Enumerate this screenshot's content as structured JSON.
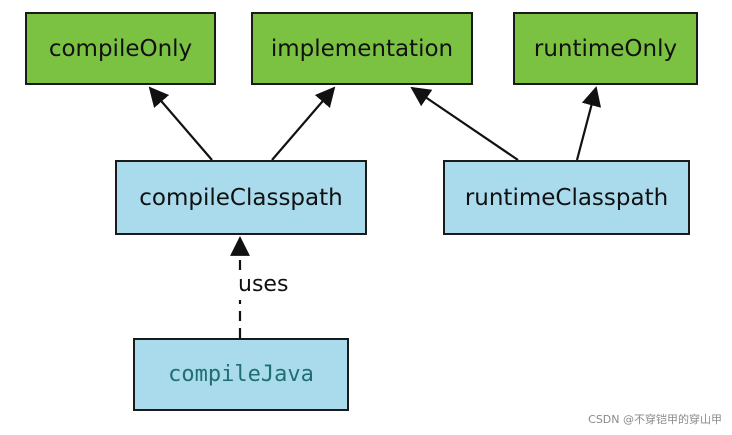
{
  "nodes": {
    "compileOnly": "compileOnly",
    "implementation": "implementation",
    "runtimeOnly": "runtimeOnly",
    "compileClasspath": "compileClasspath",
    "runtimeClasspath": "runtimeClasspath",
    "compileJava": "compileJava"
  },
  "edges": [
    {
      "from": "compileClasspath",
      "to": "compileOnly",
      "style": "solid"
    },
    {
      "from": "compileClasspath",
      "to": "implementation",
      "style": "solid"
    },
    {
      "from": "runtimeClasspath",
      "to": "implementation",
      "style": "solid"
    },
    {
      "from": "runtimeClasspath",
      "to": "runtimeOnly",
      "style": "solid"
    },
    {
      "from": "compileJava",
      "to": "compileClasspath",
      "style": "dashed",
      "label": "uses"
    }
  ],
  "edge_label": "uses",
  "watermark": "CSDN @不穿铠甲的穿山甲",
  "colors": {
    "configuration_fill": "#7cc242",
    "classpath_fill": "#aadbec",
    "border": "#1a1a1a",
    "task_text": "#1f6f72"
  }
}
